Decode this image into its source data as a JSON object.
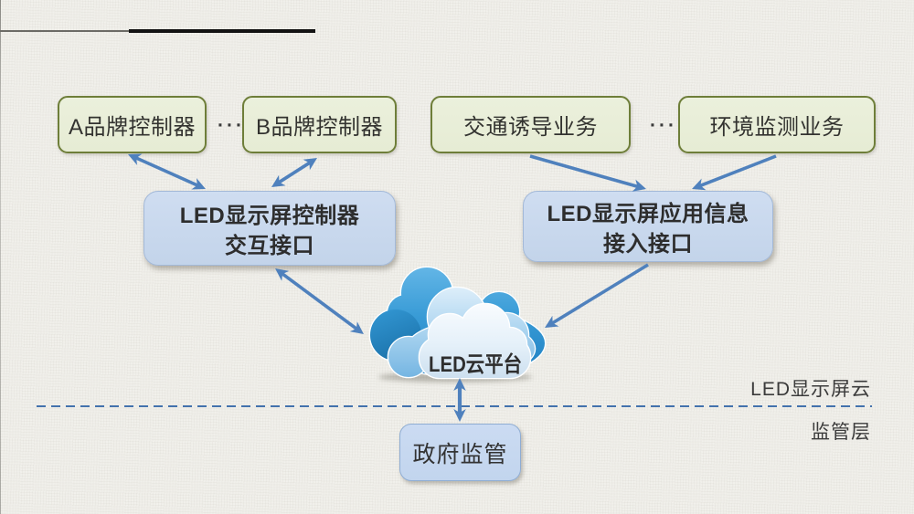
{
  "device_boxes": [
    {
      "label": "A品牌控制器"
    },
    {
      "label": "B品牌控制器"
    }
  ],
  "service_boxes": [
    {
      "label": "交通诱导业务"
    },
    {
      "label": "环境监测业务"
    }
  ],
  "ellipsis_left": "···",
  "ellipsis_right": "···",
  "interface_left": {
    "line1": "LED显示屏控制器",
    "line2": "交互接口"
  },
  "interface_right": {
    "line1": "LED显示屏应用信息",
    "line2": "接入接口"
  },
  "cloud": {
    "label": "LED云平台"
  },
  "zone_labels": {
    "upper": "LED显示屏云",
    "lower": "监管层"
  },
  "government_box": {
    "label": "政府监管"
  },
  "colors": {
    "background": "#f2f1ec",
    "green_box_fill": "#e9eed9",
    "green_box_border": "#6e7e39",
    "blue_box_fill": "#c8d8ee",
    "blue_box_border": "#a3b9d8",
    "arrow_blue": "#4f81bd",
    "dashed_line_blue": "#4372ad",
    "cloud_dark_blue": "#2387c7",
    "cloud_mid_blue": "#8cc4e8",
    "cloud_light": "#e9f3fa",
    "text": "#333333"
  }
}
